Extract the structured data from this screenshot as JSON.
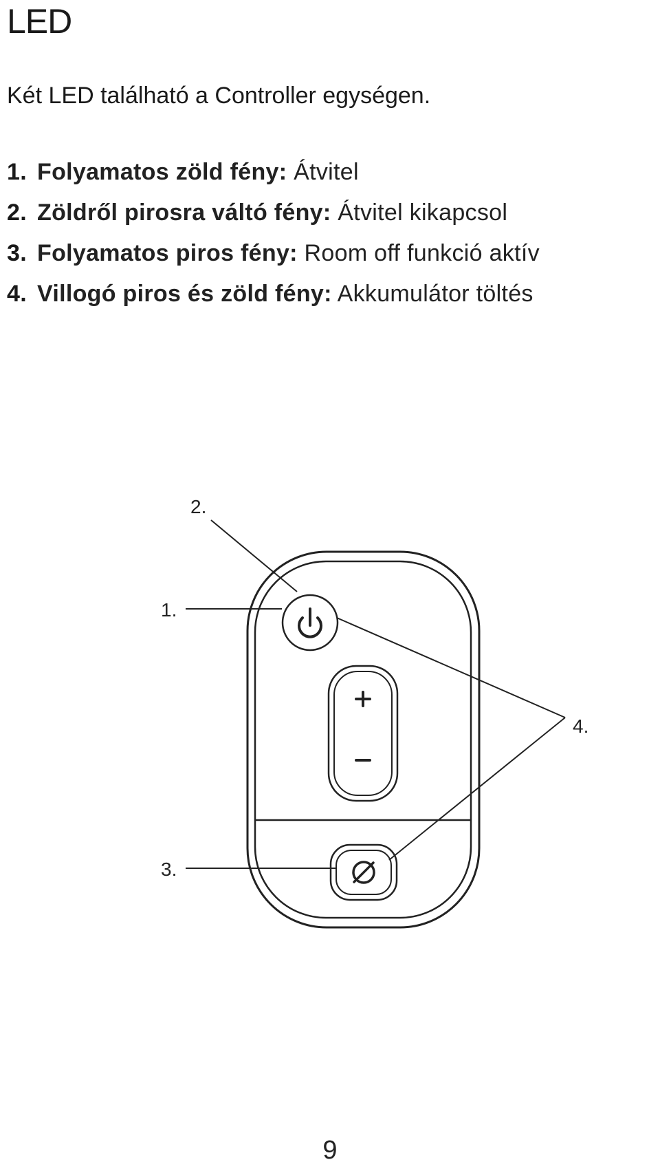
{
  "heading": "LED",
  "intro": "Két LED található a Controller egységen.",
  "led_states": [
    {
      "number": "1.",
      "term": "Folyamatos zöld fény:",
      "description": "Átvitel"
    },
    {
      "number": "2.",
      "term": "Zöldről pirosra váltó fény:",
      "description": "Átvitel kikapcsol"
    },
    {
      "number": "3.",
      "term": "Folyamatos piros fény:",
      "description": "Room off funkció aktív"
    },
    {
      "number": "4.",
      "term": "Villogó piros és zöld fény:",
      "description": "Akkumulátor töltés"
    }
  ],
  "diagram": {
    "callouts": {
      "one": "1.",
      "two": "2.",
      "three": "3.",
      "four": "4."
    },
    "icons": [
      "power-icon",
      "plus-icon",
      "minus-icon",
      "room-off-icon"
    ]
  },
  "page_number": "9"
}
